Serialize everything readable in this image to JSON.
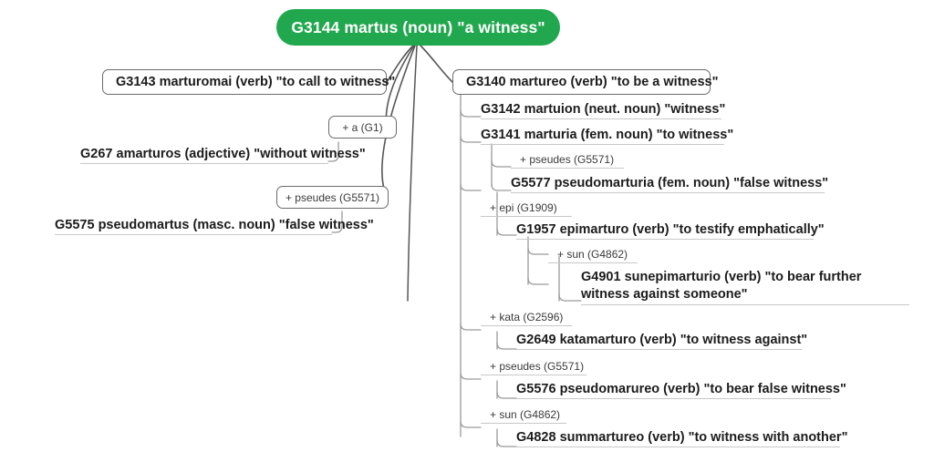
{
  "diagram": {
    "title": "Greek word family tree for G3144 martus",
    "type": "mind-map",
    "colors": {
      "root_fill": "#21A84E",
      "root_text": "#ffffff",
      "box_border": "#6b6b6b",
      "underline": "#c8c8c8",
      "connector": "#555555",
      "node_text": "#1c1c1c",
      "operator_text": "#3a3a3a",
      "background": "#ffffff"
    }
  },
  "root": {
    "id": "G3144",
    "label": "G3144 martus (noun) \"a witness\""
  },
  "left_branch": {
    "nodes": [
      {
        "key": "g3143",
        "label": "G3143 marturomai (verb) \"to call to witness\"",
        "style": "box"
      },
      {
        "key": "op_a",
        "label": "+ a (G1)",
        "style": "operator-box"
      },
      {
        "key": "g267",
        "label": "G267 amarturos (adjective) \"without witness\"",
        "style": "underline"
      },
      {
        "key": "op_pseudes_left",
        "label": "+ pseudes (G5571)",
        "style": "operator-box"
      },
      {
        "key": "g5575",
        "label": "G5575 pseudomartus (masc. noun) \"false witness\"",
        "style": "underline"
      }
    ]
  },
  "right_branch": {
    "nodes": [
      {
        "key": "g3140",
        "label": "G3140 martureo (verb) \"to be a witness\"",
        "style": "box"
      },
      {
        "key": "g3142",
        "label": "G3142 martuion (neut. noun) \"witness\"",
        "style": "underline"
      },
      {
        "key": "g3141",
        "label": "G3141 marturia (fem. noun) \"to witness\"",
        "style": "underline"
      },
      {
        "key": "op_pseudes_1",
        "label": "+ pseudes (G5571)",
        "style": "operator-underline"
      },
      {
        "key": "g5577",
        "label": "G5577 pseudomarturia (fem. noun) \"false witness\"",
        "style": "underline"
      },
      {
        "key": "op_epi",
        "label": "+ epi (G1909)",
        "style": "operator-underline"
      },
      {
        "key": "g1957",
        "label": "G1957 epimarturo (verb) \"to testify emphatically\"",
        "style": "underline"
      },
      {
        "key": "op_sun_1",
        "label": "+ sun (G4862)",
        "style": "operator-underline"
      },
      {
        "key": "g4901",
        "label": "G4901 sunepimarturio (verb) \"to bear further witness against someone\"",
        "style": "underline-two-line"
      },
      {
        "key": "op_kata",
        "label": "+ kata (G2596)",
        "style": "operator-underline"
      },
      {
        "key": "g2649",
        "label": "G2649 katamarturo (verb) \"to witness against\"",
        "style": "underline"
      },
      {
        "key": "op_pseudes_2",
        "label": "+ pseudes (G5571)",
        "style": "operator-underline"
      },
      {
        "key": "g5576",
        "label": "G5576 pseudomarureo (verb) \"to bear false witness\"",
        "style": "underline"
      },
      {
        "key": "op_sun_2",
        "label": "+ sun (G4862)",
        "style": "operator-underline"
      },
      {
        "key": "g4828",
        "label": "G4828 summartureo (verb) \"to witness with another\"",
        "style": "underline"
      }
    ]
  }
}
